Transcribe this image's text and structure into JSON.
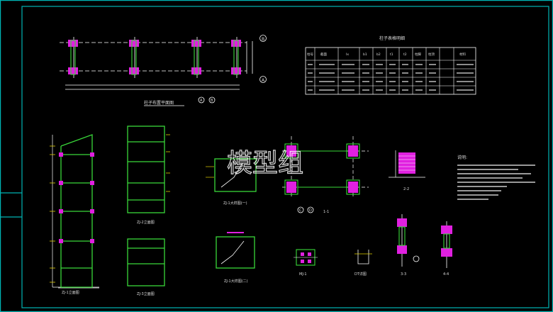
{
  "drawing": {
    "watermark": "模型组",
    "table_title": "柱子表格明细",
    "table_headers": [
      "柱号",
      "截面",
      "Ix",
      "b1",
      "b2",
      "t1",
      "t2",
      "柱脚",
      "柱顶",
      "材料"
    ],
    "views": {
      "plan": "柱子布置平面图",
      "axis_a": "A",
      "axis_b": "B",
      "axis_c": "C",
      "axis_d": "D",
      "elev1": "ZJ-1立面图",
      "elev2": "ZJ-2立面图",
      "elev3": "ZJ-3立面图",
      "frame1": "ZJ-1大样图(一)",
      "frame2": "ZJ-1大样图(二)",
      "sec11": "1-1",
      "sec22": "2-2",
      "sec33": "3-3",
      "sec44": "4-4",
      "bolt": "MJ-1",
      "detail": "DT详图"
    },
    "notes_title": "说明:"
  },
  "colors": {
    "background": "#000000",
    "border": "#00b3b3",
    "line": "#ffffff",
    "member_green": "#39d839",
    "accent_magenta": "#e020e0",
    "grid_cyan": "#30c8c8",
    "dim_yellow": "#e0d000",
    "red": "#e02020"
  }
}
